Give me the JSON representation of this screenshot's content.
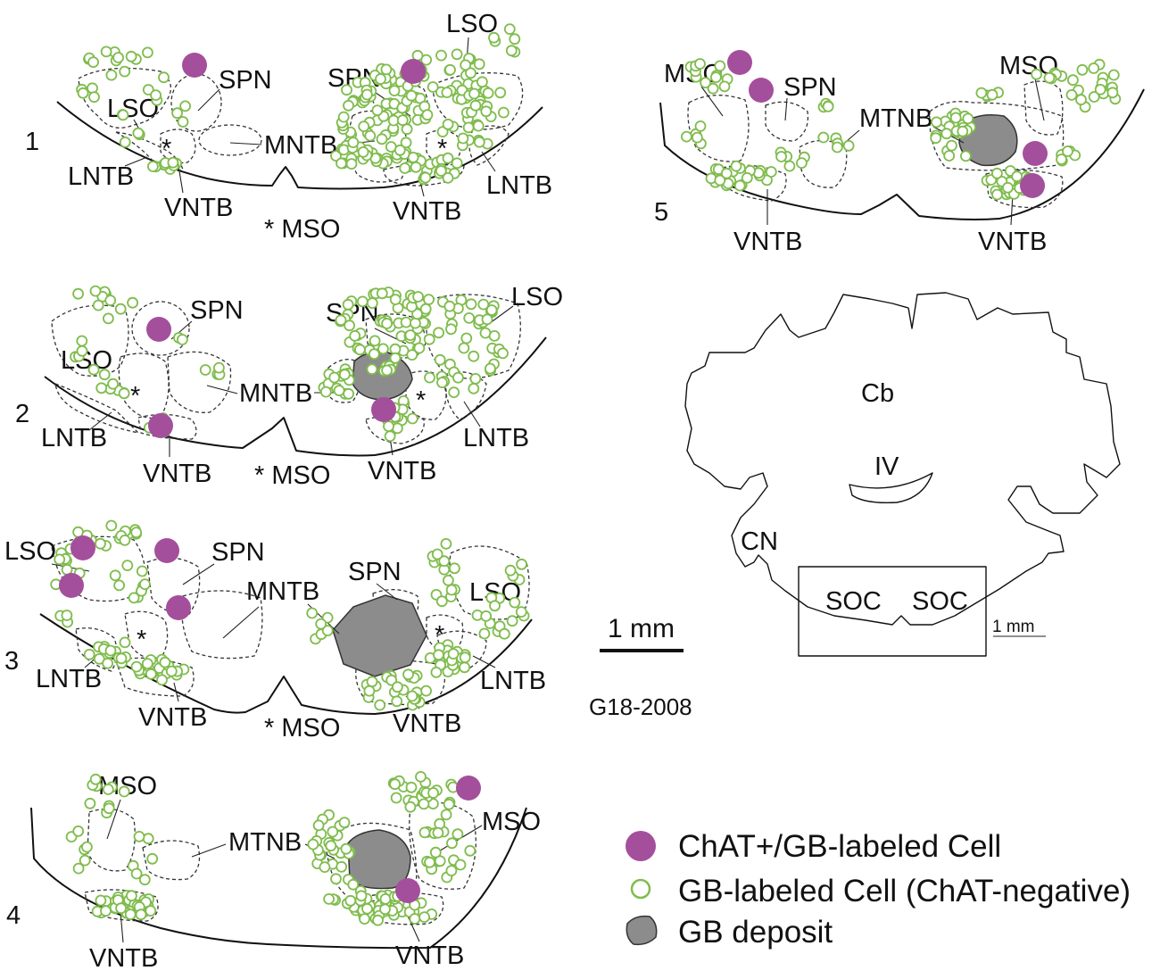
{
  "sections": [
    {
      "number": "1",
      "labels": [
        "LSO",
        "SPN",
        "LNTB",
        "VNTB",
        "MNTB",
        "* MSO",
        "SPN",
        "LSO",
        "VNTB",
        "LNTB",
        "*",
        "*"
      ]
    },
    {
      "number": "2",
      "labels": [
        "LSO",
        "SPN",
        "LNTB",
        "VNTB",
        "MNTB",
        "* MSO",
        "SPN",
        "LSO",
        "VNTB",
        "LNTB",
        "*",
        "*"
      ]
    },
    {
      "number": "3",
      "labels": [
        "LSO",
        "SPN",
        "LNTB",
        "VNTB",
        "MNTB",
        "* MSO",
        "SPN",
        "LSO",
        "VNTB",
        "LNTB",
        "*",
        "*"
      ]
    },
    {
      "number": "4",
      "labels": [
        "MSO",
        "MTNB",
        "VNTB",
        "MSO",
        "VNTB"
      ]
    },
    {
      "number": "5",
      "labels": [
        "MSO",
        "SPN",
        "MTNB",
        "VNTB",
        "MSO",
        "VNTB"
      ]
    }
  ],
  "overview": {
    "labels": [
      "Cb",
      "IV",
      "CN",
      "SOC",
      "SOC"
    ],
    "inset_scale_label": "1 mm"
  },
  "scale_bar_label": "1 mm",
  "case_id": "G18-2008",
  "legend": [
    {
      "label": "ChAT+/GB-labeled Cell",
      "symbol": "filled-purple-circle"
    },
    {
      "label": "GB-labeled Cell (ChAT-negative)",
      "symbol": "open-green-circle"
    },
    {
      "label": "GB deposit",
      "symbol": "gray-blob"
    }
  ],
  "colors": {
    "chat_positive": "#a44f9c",
    "gb_labeled": "#7fbc4d",
    "deposit": "#8c8c8c"
  }
}
